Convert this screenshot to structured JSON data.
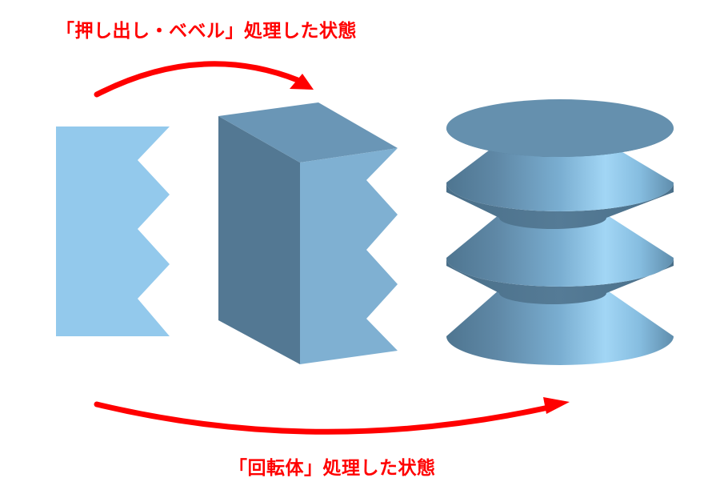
{
  "captions": {
    "top": "「押し出し・ベベル」処理した状態",
    "bottom": "「回転体」処理した状態"
  },
  "colors": {
    "arrow": "#ff0000",
    "text": "#ff0000",
    "flat_profile": "#93c9ec",
    "extrude_front": "#7fb0d2",
    "extrude_side": "#537893",
    "extrude_top": "#6a96b6",
    "lathe_top": "#6590ae",
    "lathe_light": "#9ed3f4",
    "lathe_dark": "#4f7590"
  },
  "icons": {
    "arrows": "red curved arrow"
  }
}
